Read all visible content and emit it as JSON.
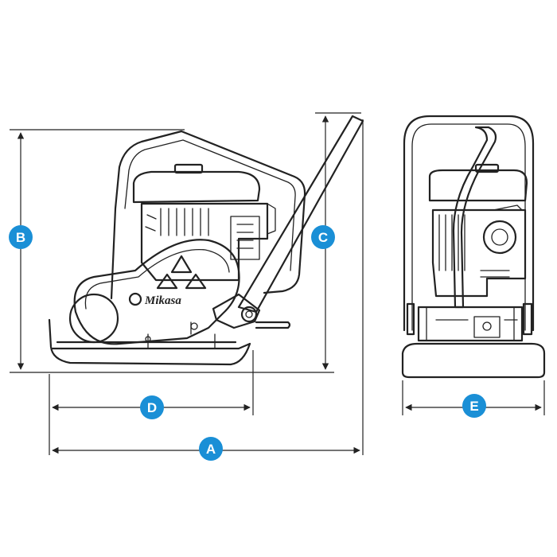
{
  "dimensions": {
    "A": {
      "label": "A"
    },
    "B": {
      "label": "B"
    },
    "C": {
      "label": "C"
    },
    "D": {
      "label": "D"
    },
    "E": {
      "label": "E"
    }
  },
  "machine": {
    "brand_text": "Mikasa"
  },
  "colors": {
    "badge": "#1a8fd6",
    "line": "#222222"
  },
  "icons": {
    "arrow": "arrowhead-icon"
  }
}
